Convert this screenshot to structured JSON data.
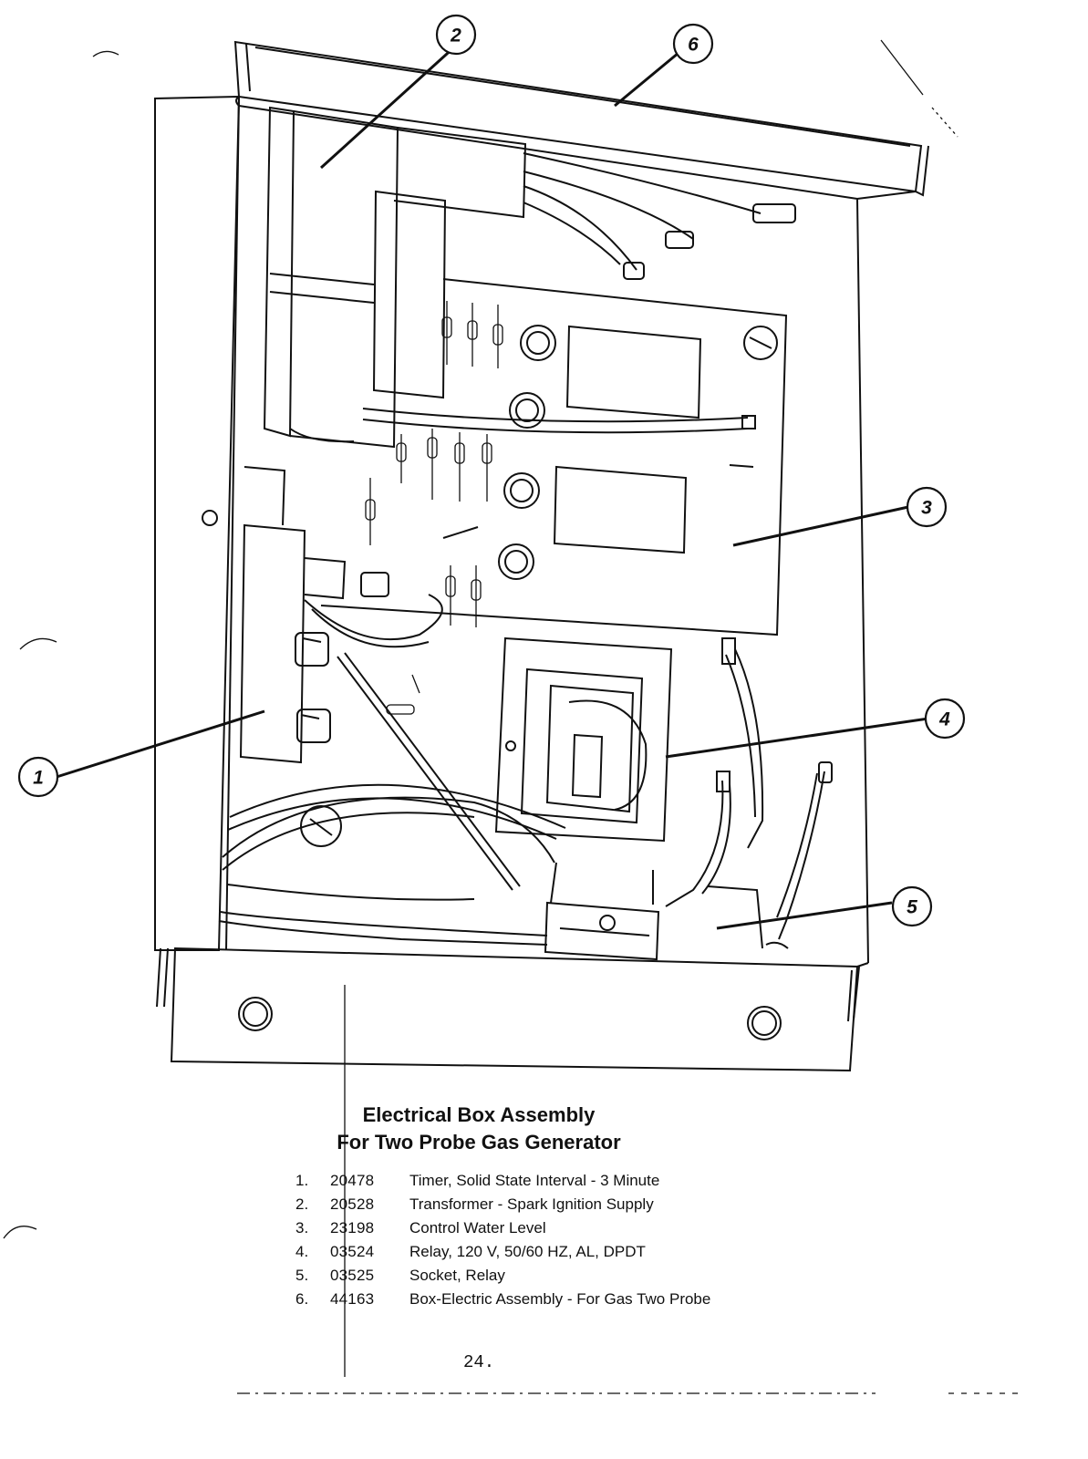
{
  "diagram": {
    "callouts": [
      "1",
      "2",
      "3",
      "4",
      "5",
      "6"
    ]
  },
  "title": {
    "line1": "Electrical Box Assembly",
    "line2": "For Two Probe Gas Generator"
  },
  "parts": [
    {
      "num": "1.",
      "code": "20478",
      "desc": "Timer, Solid State Interval - 3 Minute"
    },
    {
      "num": "2.",
      "code": "20528",
      "desc": "Transformer - Spark Ignition Supply"
    },
    {
      "num": "3.",
      "code": "23198",
      "desc": "Control Water Level"
    },
    {
      "num": "4.",
      "code": "03524",
      "desc": "Relay, 120 V, 50/60 HZ, AL, DPDT"
    },
    {
      "num": "5.",
      "code": "03525",
      "desc": "Socket, Relay"
    },
    {
      "num": "6.",
      "code": "44163",
      "desc": "Box-Electric Assembly - For Gas Two Probe"
    }
  ],
  "page_number": "24."
}
